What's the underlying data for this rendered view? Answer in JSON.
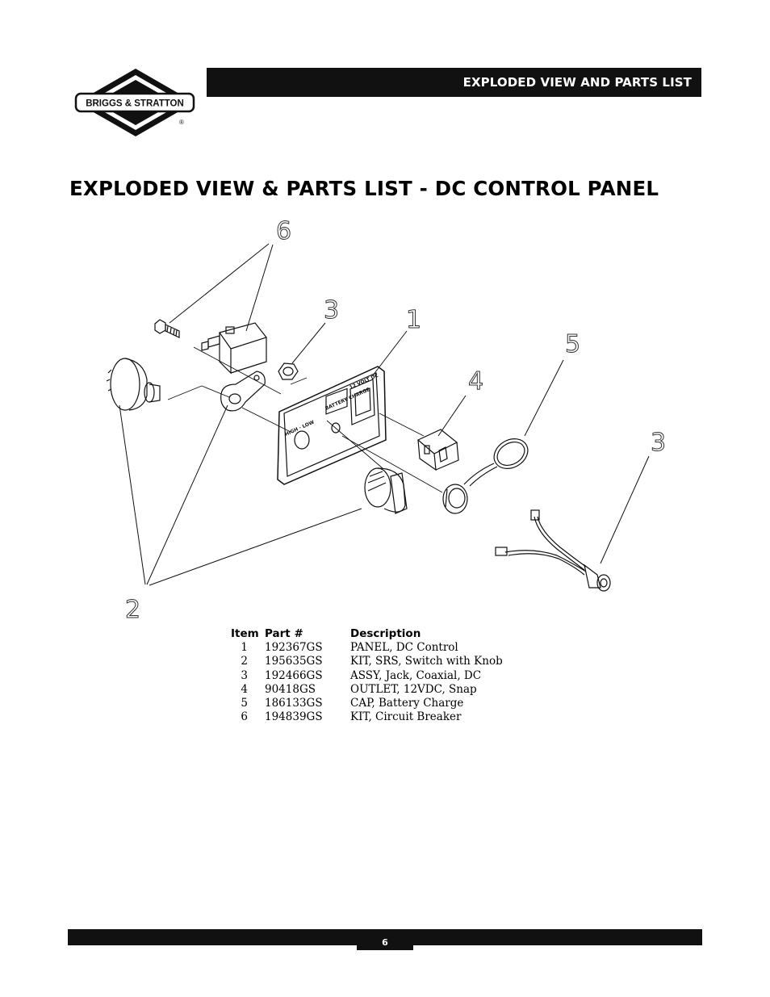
{
  "logo": {
    "brand_text": "BRIGGS & STRATTON",
    "registered_mark": "®"
  },
  "header": {
    "section_title": "EXPLODED VIEW AND PARTS LIST"
  },
  "page_title": "EXPLODED VIEW & PARTS LIST - DC CONTROL PANEL",
  "diagram": {
    "callouts": [
      "6",
      "3",
      "1",
      "5",
      "4",
      "3",
      "2"
    ],
    "panel_labels": {
      "left": "HIGH · LOW",
      "middle": "BATTERY CHARGE",
      "right": "12 VOLT DC"
    }
  },
  "parts_list": {
    "headers": {
      "item": "Item",
      "part": "Part #",
      "description": "Description"
    },
    "rows": [
      {
        "item": "1",
        "part": "192367GS",
        "description": "PANEL, DC Control"
      },
      {
        "item": "2",
        "part": "195635GS",
        "description": "KIT, SRS, Switch with Knob"
      },
      {
        "item": "3",
        "part": "192466GS",
        "description": "ASSY, Jack, Coaxial, DC"
      },
      {
        "item": "4",
        "part": "90418GS",
        "description": "OUTLET, 12VDC, Snap"
      },
      {
        "item": "5",
        "part": "186133GS",
        "description": "CAP, Battery Charge"
      },
      {
        "item": "6",
        "part": "194839GS",
        "description": "KIT, Circuit Breaker"
      }
    ]
  },
  "footer": {
    "page_number": "6"
  }
}
